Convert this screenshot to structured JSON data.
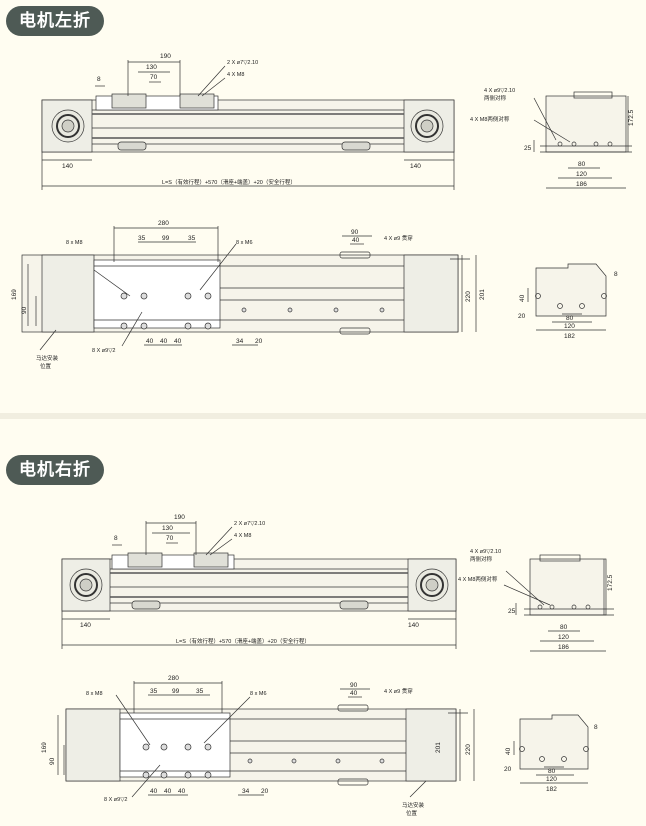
{
  "sections": [
    {
      "title": "电机左折",
      "top_view": {
        "d190": "190",
        "d130": "130",
        "d70": "70",
        "d8": "8",
        "note_pin": "2 X ø7▽2.10",
        "note_m8": "4 X M8",
        "d140_left": "140",
        "d140_right": "140",
        "length_formula": "L=S（有效行程）+570（滑座+端盖）+20（安全行程）"
      },
      "end_view": {
        "note_pin": "4 X ø9▽2.10",
        "note_pin2": "两侧对称",
        "note_m8": "4 X M8两侧对称",
        "d25": "25",
        "d80": "80",
        "d120": "120",
        "d186": "186",
        "d1725": "172.5"
      },
      "side_view": {
        "d280": "280",
        "d35a": "35",
        "d99": "99",
        "d35b": "35",
        "note_m8": "8 x M8",
        "note_m6": "8 x M6",
        "d90": "90",
        "d40": "40",
        "note_thru": "4 X ø9 贯穿",
        "d169": "169",
        "d90v": "90",
        "d201": "201",
        "d220": "220",
        "note_pin": "8 X ø9▽2",
        "d40a": "40",
        "d40b": "40",
        "d40c": "40",
        "d34": "34",
        "d20": "20",
        "motor_label_1": "马达安装",
        "motor_label_2": "位置"
      },
      "motor_end_view": {
        "d8": "8",
        "d40": "40",
        "d20": "20",
        "d80": "80",
        "d120": "120",
        "d182": "182"
      }
    },
    {
      "title": "电机右折",
      "top_view": {
        "d190": "190",
        "d130": "130",
        "d70": "70",
        "d8": "8",
        "note_pin": "2 X ø7▽2.10",
        "note_m8": "4 X M8",
        "d140_left": "140",
        "d140_right": "140",
        "length_formula": "L=S（有效行程）+570（滑座+端盖）+20（安全行程）"
      },
      "end_view": {
        "note_pin": "4 X ø9▽2.10",
        "note_pin2": "两侧对称",
        "note_m8": "4 X M8两侧对称",
        "d25": "25",
        "d80": "80",
        "d120": "120",
        "d186": "186",
        "d1725": "172.5"
      },
      "side_view": {
        "d280": "280",
        "d35a": "35",
        "d99": "99",
        "d35b": "35",
        "note_m8": "8 x M8",
        "note_m6": "8 x M6",
        "d90": "90",
        "d40": "40",
        "note_thru": "4 X ø9 贯穿",
        "d169": "169",
        "d90v": "90",
        "d201": "201",
        "d220": "220",
        "note_pin": "8 X ø9▽2",
        "d40a": "40",
        "d40b": "40",
        "d40c": "40",
        "d34": "34",
        "d20": "20",
        "motor_label_1": "马达安装",
        "motor_label_2": "位置"
      },
      "motor_end_view": {
        "d8": "8",
        "d40": "40",
        "d20": "20",
        "d80": "80",
        "d120": "120",
        "d182": "182"
      }
    }
  ]
}
